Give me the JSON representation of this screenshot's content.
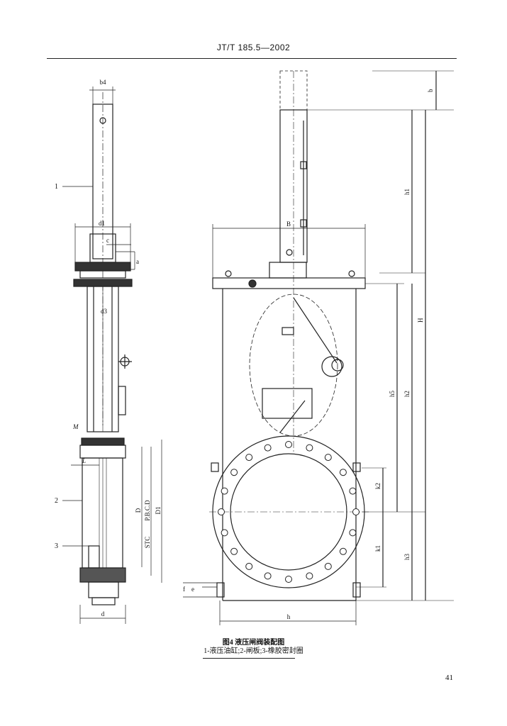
{
  "header": {
    "standard_no": "JT/T 185.5—2002"
  },
  "figure": {
    "title": "图4   液压闸阀装配图",
    "legend": "1-液压油缸;2-闸板;3-橡胶密封圈"
  },
  "callouts": {
    "c1": "1",
    "c2": "2",
    "c3": "3"
  },
  "dimensions": {
    "b4": "b4",
    "d1": "d1",
    "c": "c",
    "a": "a",
    "d3": "d3",
    "M": "M",
    "L": "L",
    "D": "D",
    "PBCD": "P.B.C.D",
    "STC": "STC",
    "D1": "D1",
    "d": "d",
    "f": "f",
    "e": "e",
    "B": "B",
    "b": "b",
    "h1": "h1",
    "H": "H",
    "h2": "h2",
    "h5": "h5",
    "k2": "k2",
    "k1": "k1",
    "h3": "h3",
    "h": "h"
  },
  "page_number": "41"
}
